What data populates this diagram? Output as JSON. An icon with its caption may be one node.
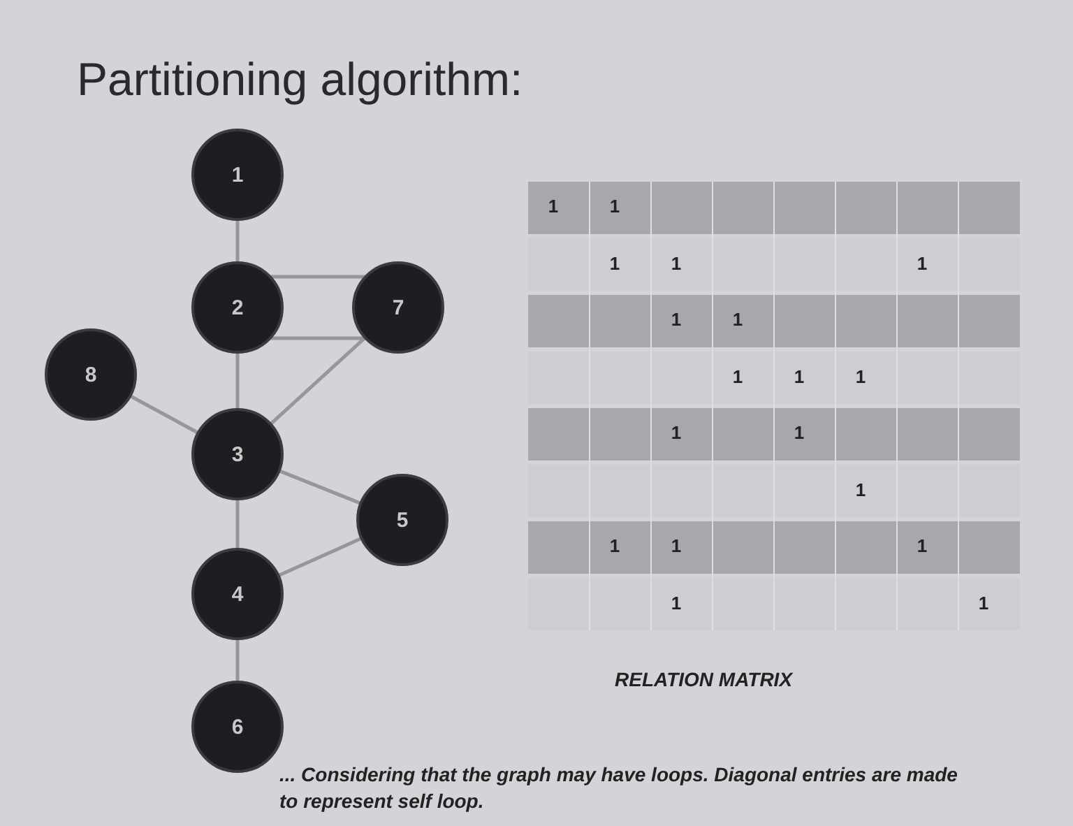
{
  "diagram": {
    "title": "Partitioning algorithm:",
    "caption": "... Considering that the graph may have loops. Diagonal entries are made to represent self loop.",
    "nodes": [
      {
        "text": [
          "1"
        ]
      },
      {
        "text": [
          "2"
        ]
      },
      {
        "text": [
          "7"
        ]
      },
      {
        "text": [
          "8"
        ]
      },
      {
        "text": [
          "3"
        ]
      },
      {
        "text": [
          "5"
        ]
      },
      {
        "text": [
          "4"
        ]
      },
      {
        "text": [
          "6"
        ]
      }
    ],
    "edges": [
      {
        "from": 0,
        "to": 1,
        "arrow": "none"
      },
      {
        "from": 1,
        "to": 2,
        "arrow": "none"
      },
      {
        "from": 1,
        "to": 2,
        "arrow": "none"
      },
      {
        "from": 1,
        "to": 4,
        "arrow": "none"
      },
      {
        "from": 2,
        "to": 4,
        "arrow": "none"
      },
      {
        "from": 3,
        "to": 4,
        "arrow": "none"
      },
      {
        "from": 4,
        "to": 5,
        "arrow": "none"
      },
      {
        "from": 4,
        "to": 6,
        "arrow": "none"
      },
      {
        "from": 5,
        "to": 6,
        "arrow": "none"
      },
      {
        "from": 6,
        "to": 7,
        "arrow": "none"
      }
    ],
    "labels": [
      "1",
      "1",
      "1",
      "1",
      "1",
      "1",
      "1",
      "1",
      "1",
      "1",
      "1",
      "1",
      "1",
      "1",
      "1",
      "1",
      "1",
      "1",
      "RELATION MATRIX"
    ]
  }
}
